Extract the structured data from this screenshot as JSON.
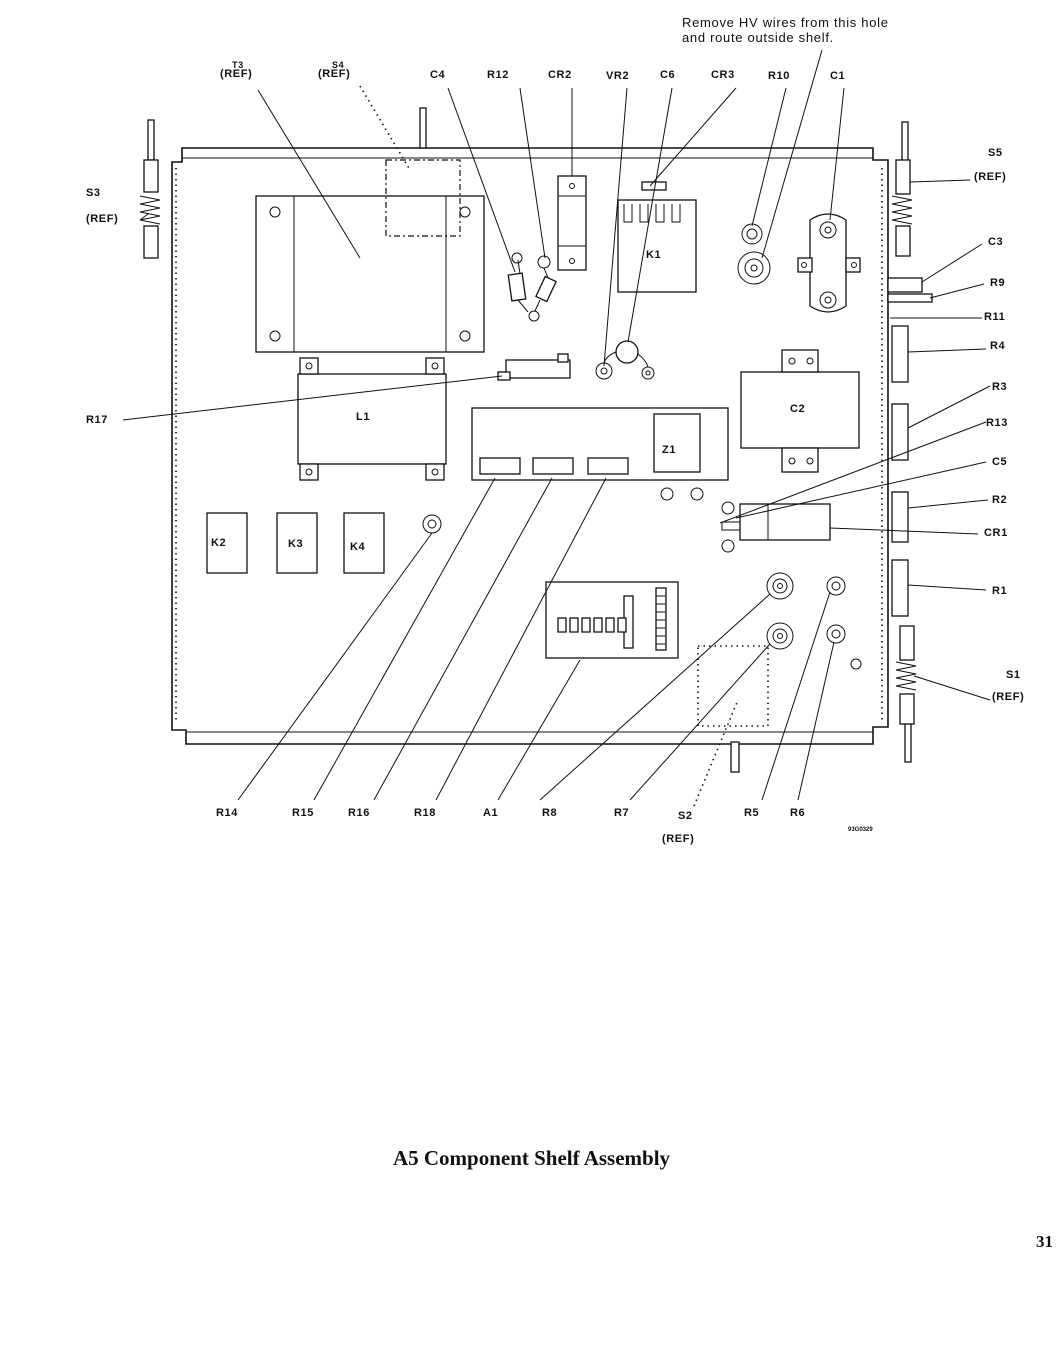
{
  "note": {
    "line1": "Remove HV wires from this hole",
    "line2": "and route outside shelf."
  },
  "callouts": {
    "T3": "T3",
    "S4": "S4",
    "ref_T3": "(REF)",
    "ref_S4": "(REF)",
    "C4": "C4",
    "R12": "R12",
    "CR2": "CR2",
    "VR2": "VR2",
    "C6": "C6",
    "CR3": "CR3",
    "R10": "R10",
    "C1": "C1",
    "S5": "S5",
    "ref_S5": "(REF)",
    "C3": "C3",
    "R9": "R9",
    "R11": "R11",
    "R4": "R4",
    "R3": "R3",
    "R13": "R13",
    "C5": "C5",
    "R2": "R2",
    "CR1": "CR1",
    "R1": "R1",
    "S1": "S1",
    "ref_S1": "(REF)",
    "S3": "S3",
    "ref_S3": "(REF)",
    "R17": "R17",
    "R14": "R14",
    "R15": "R15",
    "R16": "R16",
    "R18": "R18",
    "A1": "A1",
    "R8": "R8",
    "R7": "R7",
    "S2": "S2",
    "ref_S2": "(REF)",
    "R5": "R5",
    "R6": "R6"
  },
  "board_labels": {
    "K1": "K1",
    "L1": "L1",
    "C2": "C2",
    "Z1": "Z1",
    "K2": "K2",
    "K3": "K3",
    "K4": "K4"
  },
  "drawing_number": "93G0329",
  "caption": "A5 Component Shelf Assembly",
  "page_number": "31"
}
